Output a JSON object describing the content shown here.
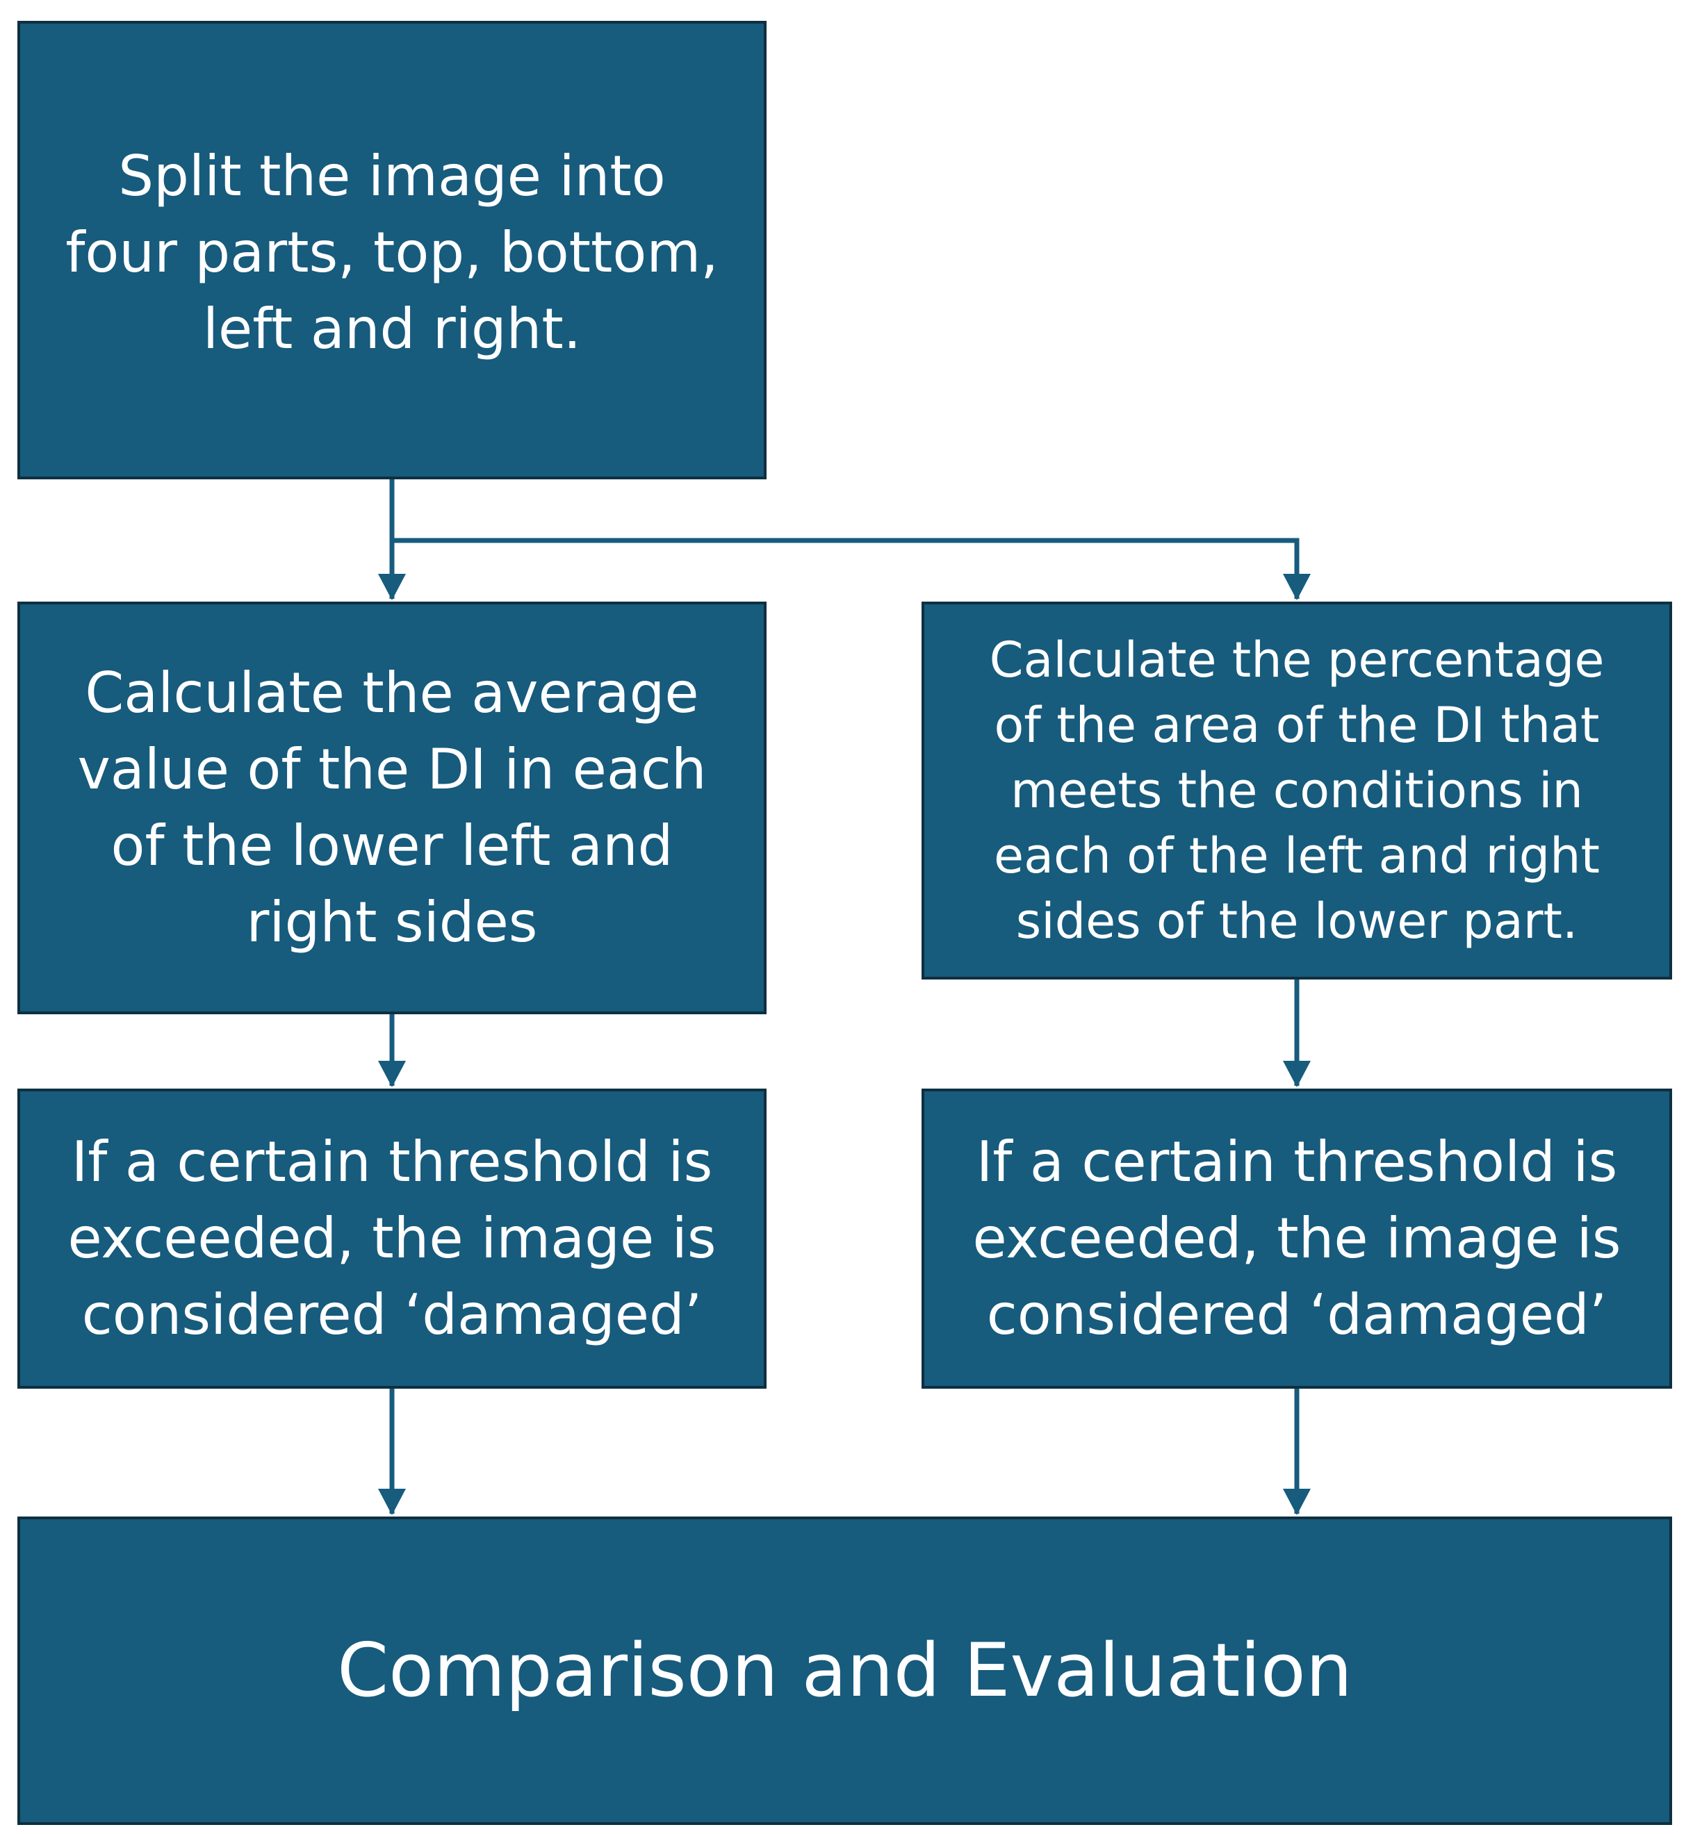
{
  "diagram": {
    "nodes": {
      "split": "Split the image into\nfour parts, top, bottom,\nleft and right.",
      "average": "Calculate the average\nvalue of the DI in each\nof the lower left and\nright sides",
      "percentage": "Calculate the percentage\nof the area of the DI that\nmeets the conditions in\neach of the left and right\nsides of the lower part.",
      "threshold_left": "If a certain threshold is\nexceeded, the image is\nconsidered ‘damaged’",
      "threshold_right": "If a certain threshold is\nexceeded, the image is\nconsidered ‘damaged’",
      "comparison": "Comparison and Evaluation"
    },
    "edges": [
      {
        "from": "split",
        "to": "average"
      },
      {
        "from": "split",
        "to": "percentage"
      },
      {
        "from": "average",
        "to": "threshold_left"
      },
      {
        "from": "percentage",
        "to": "threshold_right"
      },
      {
        "from": "threshold_left",
        "to": "comparison"
      },
      {
        "from": "threshold_right",
        "to": "comparison"
      }
    ],
    "colors": {
      "box_fill": "#175b7d",
      "box_border": "#0e2f40",
      "arrow": "#175b7d",
      "text": "#ffffff"
    }
  }
}
